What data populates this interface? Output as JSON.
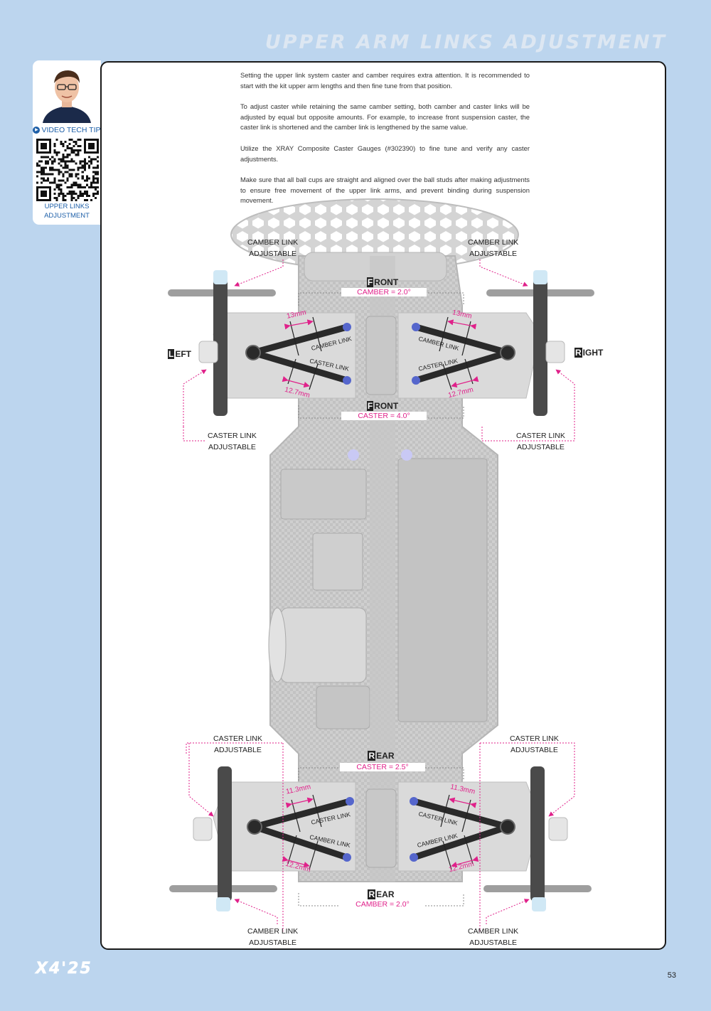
{
  "header": {
    "title": "UPPER ARM LINKS ADJUSTMENT"
  },
  "sidebar": {
    "video_tip_label": "VIDEO TECH TIP",
    "qr_caption_line1": "UPPER LINKS",
    "qr_caption_line2": "ADJUSTMENT"
  },
  "intro": {
    "p1": "Setting the upper link system caster and camber requires extra attention. It is recommended to start with the kit upper arm lengths and then fine tune from that position.",
    "p2": "To adjust caster while retaining the same camber setting, both camber and caster links will be adjusted by equal but opposite amounts. For example, to increase front suspension caster, the caster link is shortened and the camber link is lengthened by the same value.",
    "p3": "Utilize the XRAY Composite Caster Gauges (#302390) to fine tune and verify any caster adjustments.",
    "p4": "Make sure that all ball cups are straight and aligned over the ball studs after making adjustments to ensure free movement of the upper link arms, and prevent binding during suspension movement."
  },
  "diagram": {
    "callouts": {
      "camber_link_adjustable_line1": "CAMBER LINK",
      "camber_link_adjustable_line2": "ADJUSTABLE",
      "caster_link_adjustable_line1": "CASTER LINK",
      "caster_link_adjustable_line2": "ADJUSTABLE"
    },
    "sides": {
      "left_cap": "L",
      "left_rest": "EFT",
      "right_cap": "R",
      "right_rest": "IGHT"
    },
    "front_top": {
      "head_cap": "F",
      "head_rest": "RONT",
      "value": "CAMBER = 2.0°"
    },
    "front_bottom": {
      "head_cap": "F",
      "head_rest": "RONT",
      "value": "CASTER = 4.0°"
    },
    "rear_top": {
      "head_cap": "R",
      "head_rest": "EAR",
      "value": "CASTER = 2.5°"
    },
    "rear_bottom": {
      "head_cap": "R",
      "head_rest": "EAR",
      "value": "CAMBER = 2.0°"
    },
    "link_labels": {
      "camber": "CAMBER LINK",
      "caster": "CASTER LINK"
    },
    "measurements": {
      "front_camber": "13mm",
      "front_caster": "12.7mm",
      "rear_caster": "11.3mm",
      "rear_camber": "12.2mm"
    },
    "colors": {
      "accent": "#e0218a",
      "part_gray": "#c8c8c8",
      "link_dark": "#2a2a2a"
    }
  },
  "footer": {
    "brand": "X4'25",
    "page_number": "53"
  }
}
